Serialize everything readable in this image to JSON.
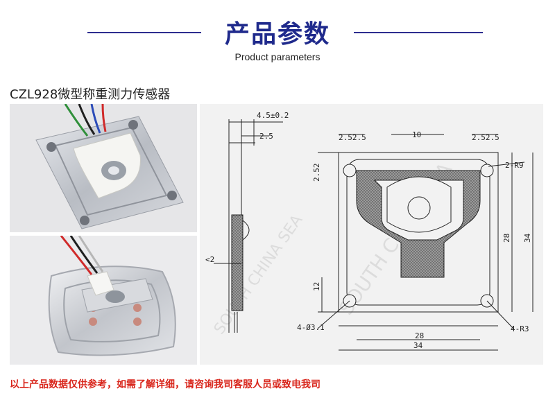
{
  "header": {
    "title_cn": "产品参数",
    "title_en": "Product parameters"
  },
  "product": {
    "name": "CZL928微型称重测力传感器"
  },
  "drawing": {
    "dim_thickness": "4.5±0.2",
    "dim_2_5": "2.5",
    "dim_top_left": "2.52.5",
    "dim_top_mid": "10",
    "dim_top_right": "2.52.5",
    "dim_left_stack": "2.52",
    "dim_r9": "2-R9",
    "dim_28v": "28",
    "dim_34v": "34",
    "dim_12": "12",
    "dim_lt2": "<2",
    "dim_hole": "4-Ø3.1",
    "dim_28h": "28",
    "dim_34h": "34",
    "dim_r3": "4-R3",
    "watermark": "SOUTH CHINA SEA"
  },
  "footer": {
    "disclaimer": "以上产品数据仅供参考，如需了解详细，请咨询我司客服人员或致电我司"
  },
  "colors": {
    "title": "#1f2a8c",
    "disclaimer": "#d9261c",
    "drawing_bg": "#f2f2f2"
  }
}
